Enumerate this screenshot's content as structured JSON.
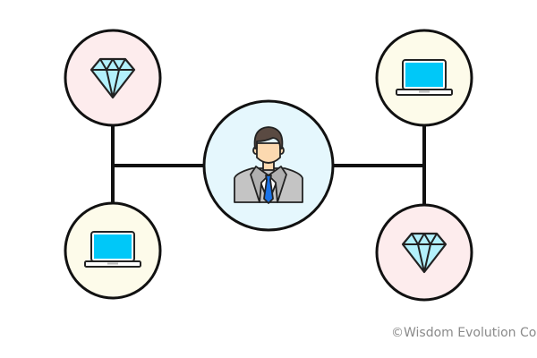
{
  "diagram": {
    "center": {
      "icon": "businessman-icon",
      "fill": "#e5f7fd"
    },
    "nodes": [
      {
        "id": "top-left",
        "icon": "diamond-icon",
        "fill": "#fdeced"
      },
      {
        "id": "bottom-left",
        "icon": "laptop-icon",
        "fill": "#fdfbea"
      },
      {
        "id": "top-right",
        "icon": "laptop-icon",
        "fill": "#fdfbea"
      },
      {
        "id": "bottom-right",
        "icon": "diamond-icon",
        "fill": "#fdeced"
      }
    ],
    "colors": {
      "stroke": "#111111",
      "screen": "#00c8f8",
      "gem": "#b3f1fc",
      "tie": "#1a73e8",
      "suit": "#c0c0c0",
      "skin": "#fcd9b0",
      "hair": "#5a4a42"
    }
  },
  "copyright": "©Wisdom Evolution Com"
}
